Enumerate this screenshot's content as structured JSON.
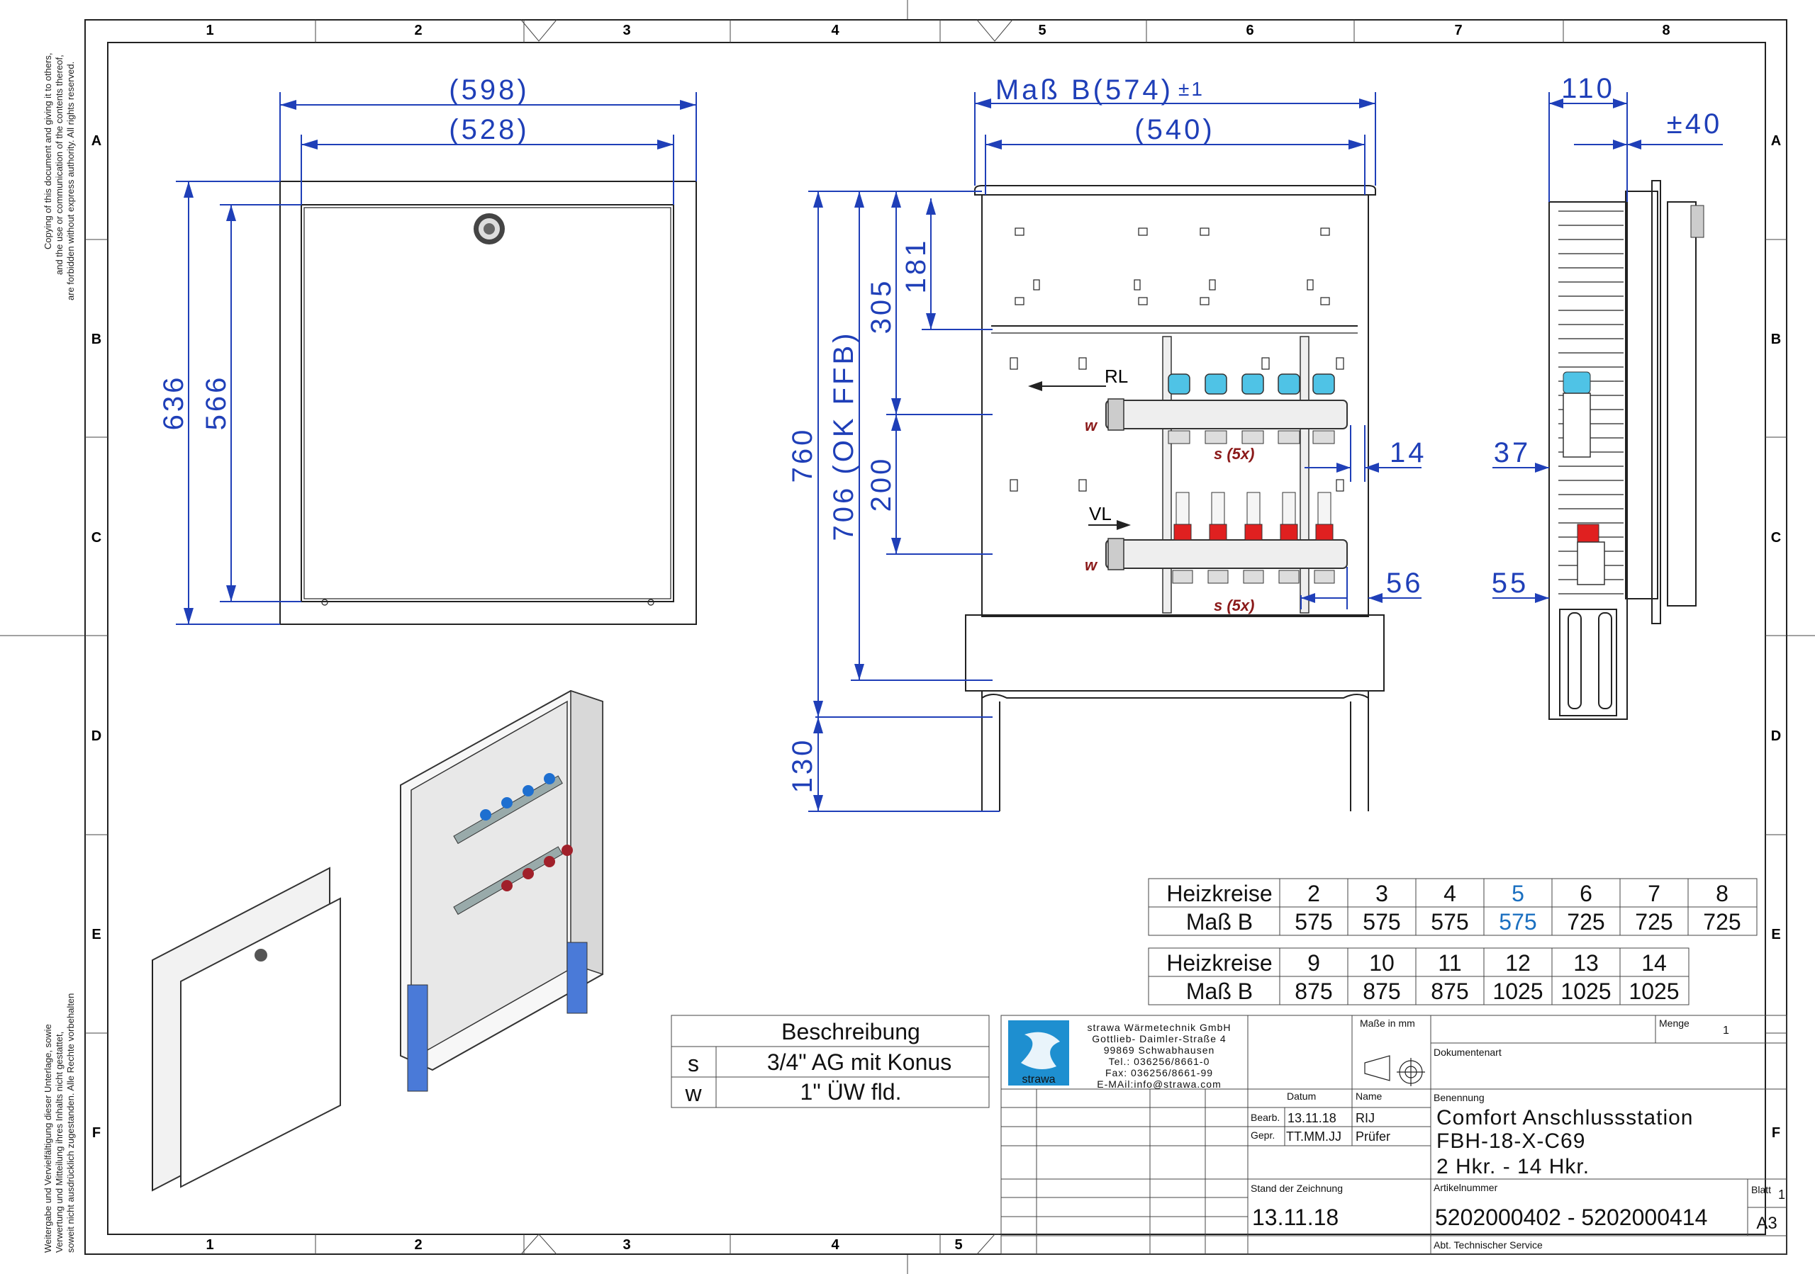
{
  "border": {
    "columns": [
      "1",
      "2",
      "3",
      "4",
      "5",
      "6",
      "7",
      "8"
    ],
    "rows": [
      "A",
      "B",
      "C",
      "D",
      "E",
      "F"
    ],
    "bottom_columns": [
      "1",
      "2",
      "3",
      "4",
      "5"
    ]
  },
  "side_notes": {
    "copyright_1": "Copying of this document and giving it to others,",
    "copyright_2": "and the use or communication of the contents thereof,",
    "copyright_3": "are forbidden without express authority. All rights reserved.",
    "weitergabe_1": "Weitergabe und Vervielfältigung dieser Unterlage, sowie",
    "weitergabe_2": "Verwertung und Mitteilung ihres Inhalts nicht gestattet,",
    "weitergabe_3": "soweit nicht ausdrücklich zugestanden. Alle Rechte vorbehalten"
  },
  "dimensions": {
    "d598": "(598)",
    "d528": "(528)",
    "d636": "636",
    "d566": "566",
    "mass_b": "Maß B(574)",
    "mass_b_tol": "±1",
    "d540": "(540)",
    "d760": "760",
    "d706": "706 (OK FFB)",
    "d305": "305",
    "d181": "181",
    "d200": "200",
    "d130": "130",
    "d14": "14",
    "d56": "56",
    "d110": "110",
    "d40": "±40",
    "d37": "37",
    "d55": "55"
  },
  "labels": {
    "rl": "RL",
    "vl": "VL",
    "w1": "w",
    "w2": "w",
    "s5x_1": "s (5x)",
    "s5x_2": "s (5x)"
  },
  "size_table": {
    "row1_header": "Heizkreise",
    "row1_values": [
      "2",
      "3",
      "4",
      "5",
      "6",
      "7",
      "8"
    ],
    "row2_header": "Maß B",
    "row2_values": [
      "575",
      "575",
      "575",
      "575",
      "725",
      "725",
      "725"
    ],
    "row3_header": "Heizkreise",
    "row3_values": [
      "9",
      "10",
      "11",
      "12",
      "13",
      "14"
    ],
    "row4_header": "Maß B",
    "row4_values": [
      "875",
      "875",
      "875",
      "1025",
      "1025",
      "1025"
    ],
    "highlight_color": "#1a6fc0"
  },
  "legend": {
    "header": "Beschreibung",
    "rows": [
      {
        "key": "s",
        "value": "3/4\" AG mit Konus"
      },
      {
        "key": "w",
        "value": "1\" ÜW fld."
      }
    ]
  },
  "title_block": {
    "company_lines": [
      "strawa Wärmetechnik GmbH",
      "Gottlieb- Daimler-Straße 4",
      "99869 Schwabhausen",
      "Tel.: 036256/8661-0",
      "Fax: 036256/8661-99",
      "E-MAil:info@strawa.com"
    ],
    "logo_text": "strawa",
    "masse_in_mm": "Maße in mm",
    "menge_label": "Menge",
    "menge_value": "1",
    "dokumentenart": "Dokumentenart",
    "datum": "Datum",
    "name": "Name",
    "benennung": "Benennung",
    "bearb": "Bearb.",
    "bearb_date": "13.11.18",
    "bearb_name": "RIJ",
    "gepr": "Gepr.",
    "gepr_date": "TT.MM.JJ",
    "gepr_name": "Prüfer",
    "title_line1": "Comfort Anschlussstation",
    "title_line2": "FBH-18-X-C69",
    "title_line3": "2 Hkr. - 14 Hkr.",
    "stand": "Stand der Zeichnung",
    "stand_date": "13.11.18",
    "artikelnummer": "Artikelnummer",
    "artikel_value": "5202000402 - 5202000414",
    "blatt": "Blatt",
    "blatt_value": "1",
    "format": "A3",
    "abt": "Abt. Technischer Service",
    "logo_color": "#1e8fd0"
  }
}
